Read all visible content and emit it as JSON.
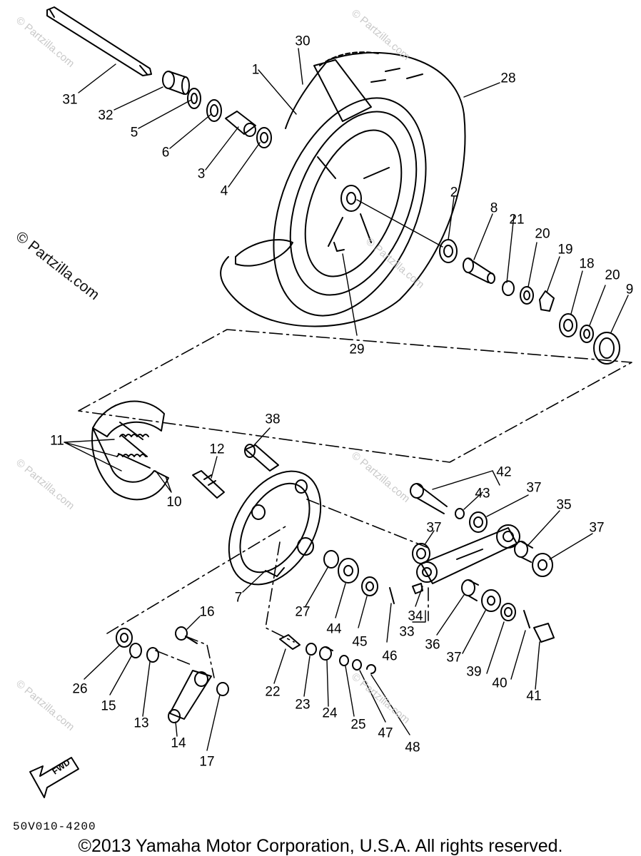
{
  "watermarks": {
    "partzilla": "© Partzilla.com"
  },
  "callouts": [
    {
      "id": "c1",
      "text": "1"
    },
    {
      "id": "c2",
      "text": "2"
    },
    {
      "id": "c3",
      "text": "3"
    },
    {
      "id": "c4",
      "text": "4"
    },
    {
      "id": "c5",
      "text": "5"
    },
    {
      "id": "c6",
      "text": "6"
    },
    {
      "id": "c7",
      "text": "7"
    },
    {
      "id": "c8",
      "text": "8"
    },
    {
      "id": "c9",
      "text": "9"
    },
    {
      "id": "c10",
      "text": "10"
    },
    {
      "id": "c11",
      "text": "11"
    },
    {
      "id": "c12",
      "text": "12"
    },
    {
      "id": "c13",
      "text": "13"
    },
    {
      "id": "c14",
      "text": "14"
    },
    {
      "id": "c15",
      "text": "15"
    },
    {
      "id": "c16",
      "text": "16"
    },
    {
      "id": "c17",
      "text": "17"
    },
    {
      "id": "c18",
      "text": "18"
    },
    {
      "id": "c19",
      "text": "19"
    },
    {
      "id": "c20a",
      "text": "20"
    },
    {
      "id": "c20b",
      "text": "20"
    },
    {
      "id": "c21",
      "text": "21"
    },
    {
      "id": "c22",
      "text": "22"
    },
    {
      "id": "c23",
      "text": "23"
    },
    {
      "id": "c24",
      "text": "24"
    },
    {
      "id": "c25",
      "text": "25"
    },
    {
      "id": "c26",
      "text": "26"
    },
    {
      "id": "c27",
      "text": "27"
    },
    {
      "id": "c28",
      "text": "28"
    },
    {
      "id": "c29",
      "text": "29"
    },
    {
      "id": "c30",
      "text": "30"
    },
    {
      "id": "c31",
      "text": "31"
    },
    {
      "id": "c32",
      "text": "32"
    },
    {
      "id": "c33",
      "text": "33"
    },
    {
      "id": "c34",
      "text": "34"
    },
    {
      "id": "c35",
      "text": "35"
    },
    {
      "id": "c36",
      "text": "36"
    },
    {
      "id": "c37a",
      "text": "37"
    },
    {
      "id": "c37b",
      "text": "37"
    },
    {
      "id": "c37c",
      "text": "37"
    },
    {
      "id": "c37d",
      "text": "37"
    },
    {
      "id": "c38",
      "text": "38"
    },
    {
      "id": "c39",
      "text": "39"
    },
    {
      "id": "c40",
      "text": "40"
    },
    {
      "id": "c41",
      "text": "41"
    },
    {
      "id": "c42",
      "text": "42"
    },
    {
      "id": "c43",
      "text": "43"
    },
    {
      "id": "c44",
      "text": "44"
    },
    {
      "id": "c45",
      "text": "45"
    },
    {
      "id": "c46",
      "text": "46"
    },
    {
      "id": "c47",
      "text": "47"
    },
    {
      "id": "c48",
      "text": "48"
    }
  ],
  "fwd_label": "FWD",
  "diagram_code": "50V010-4200",
  "copyright": "©2013 Yamaha Motor Corporation, U.S.A. All rights reserved."
}
